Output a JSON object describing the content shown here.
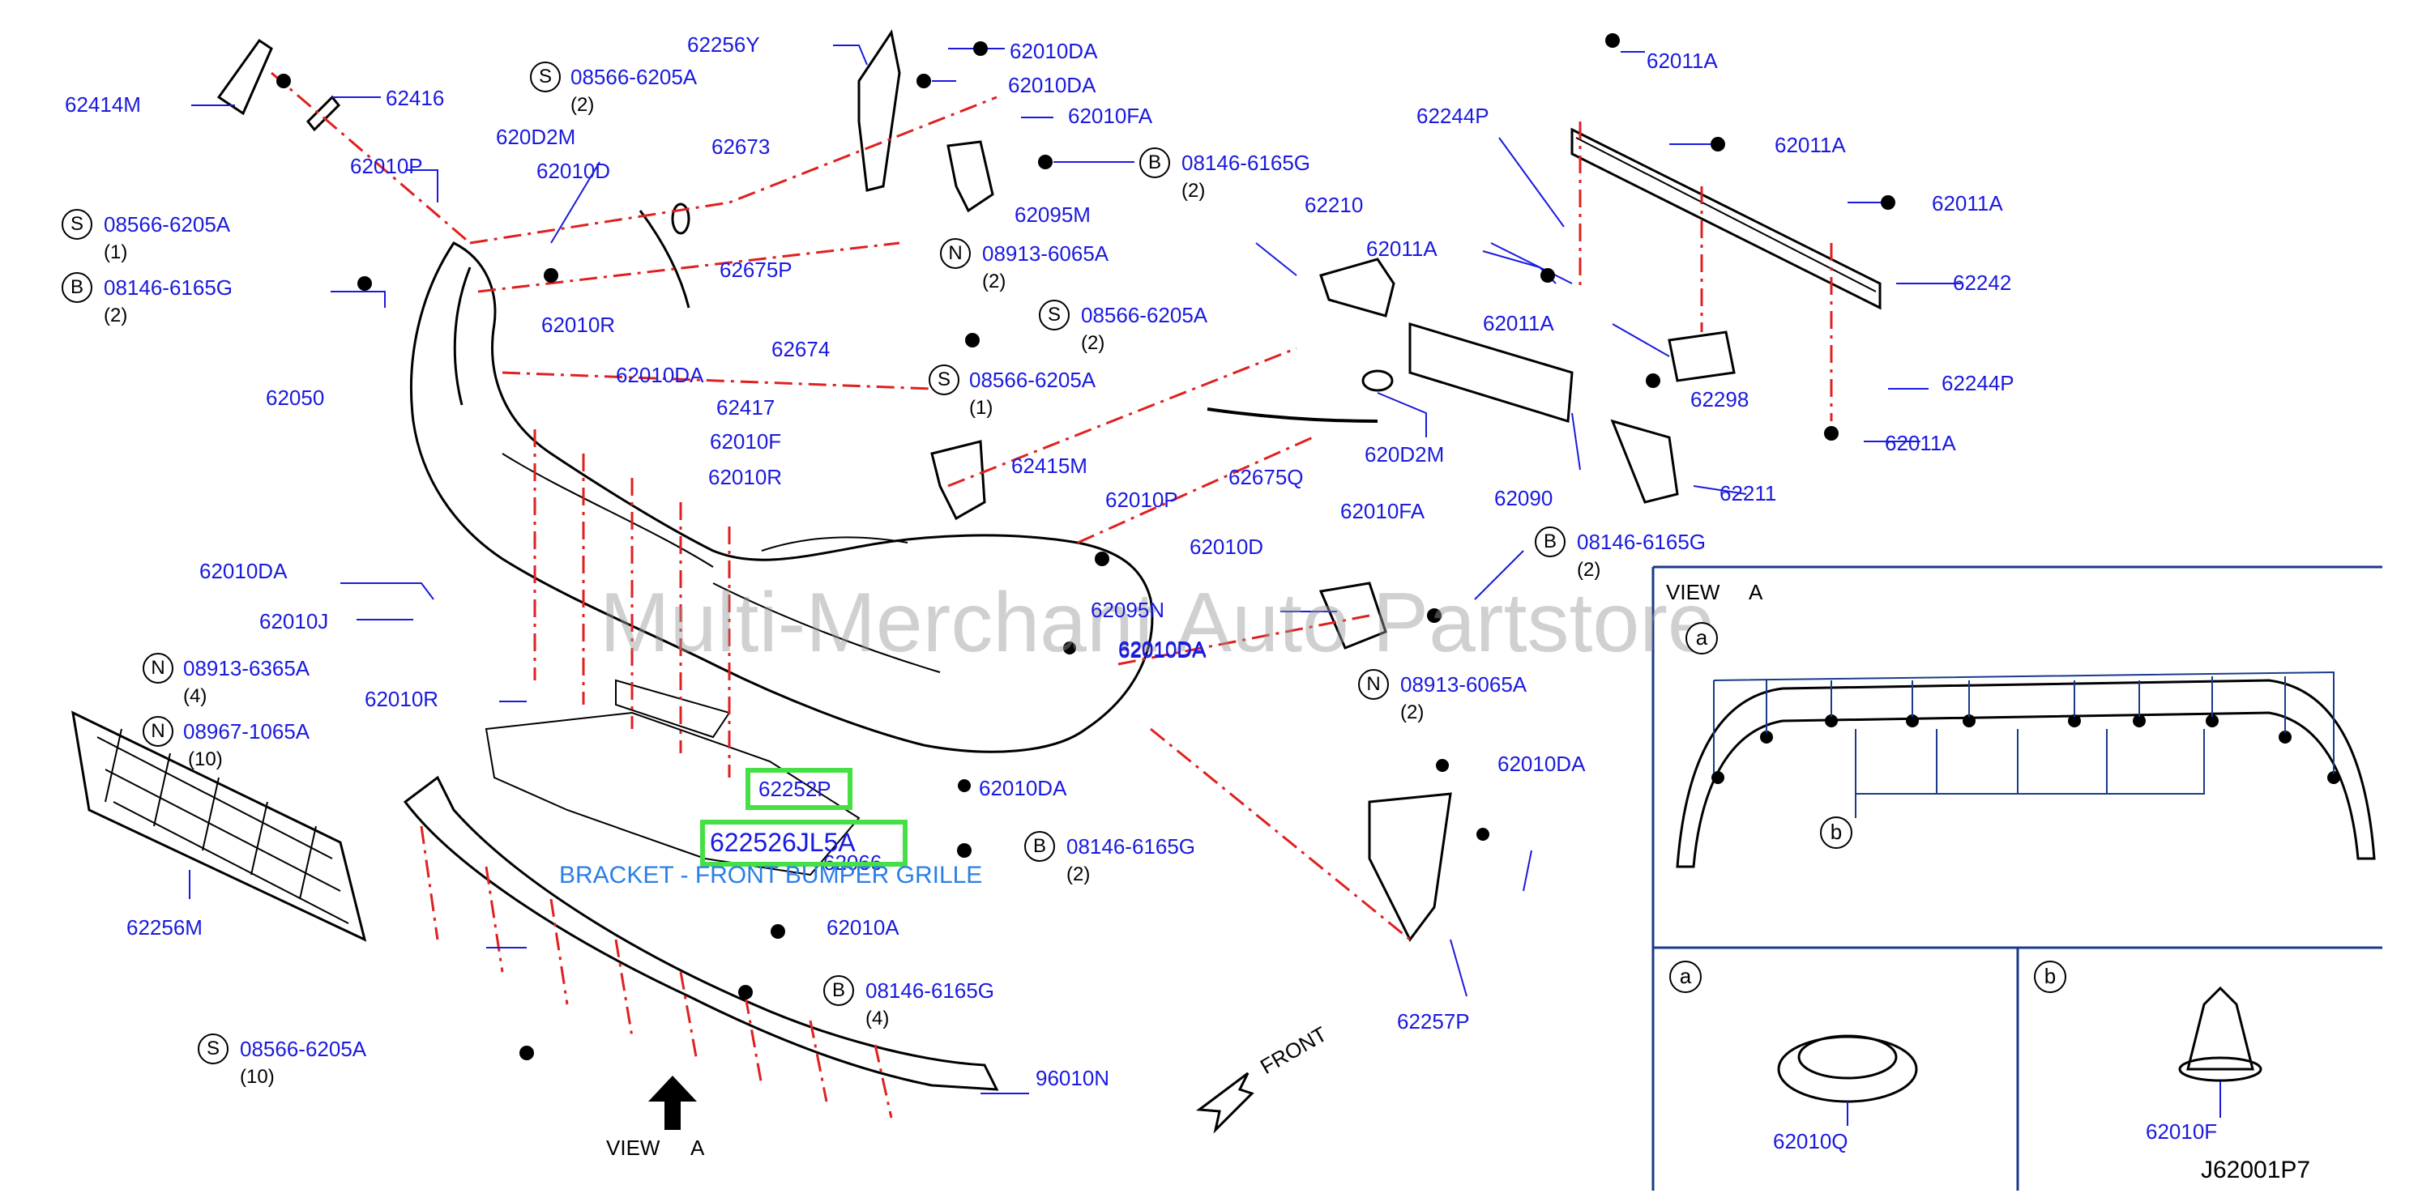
{
  "watermark": "Multi-Merchant Auto Partstore",
  "diagram_code": "J62001P7",
  "highlight": {
    "part_1": "62252P",
    "part_2": "622526JL5A",
    "caption": "BRACKET - FRONT BUMPER GRILLE",
    "highlight_color": "#46e046",
    "caption_color": "#2a7ee8"
  },
  "colors": {
    "label": "#1a1adf",
    "leader": "#1a1adf",
    "assembly_line": "#e02020"
  },
  "view_a": {
    "title": "VIEW",
    "letter": "A",
    "callout_a": "a",
    "callout_b": "b"
  },
  "detail_a": {
    "letter": "a",
    "part": "62010Q"
  },
  "detail_b": {
    "letter": "b",
    "part": "62010F"
  },
  "front_label": "FRONT",
  "view_arrow": {
    "view": "VIEW",
    "letter": "A"
  },
  "labels": [
    {
      "id": "p1",
      "text": "62414M"
    },
    {
      "id": "p2",
      "text": "62416"
    },
    {
      "id": "p3",
      "text": "62010P"
    },
    {
      "id": "p4",
      "text": "62050"
    },
    {
      "id": "p5",
      "text": "62010DA"
    },
    {
      "id": "p6",
      "text": "62010J"
    },
    {
      "id": "p7",
      "text": "62010R"
    },
    {
      "id": "p8",
      "text": "62256M"
    },
    {
      "id": "p9",
      "text": "620D2M"
    },
    {
      "id": "p10",
      "text": "62010D"
    },
    {
      "id": "p11",
      "text": "62010R"
    },
    {
      "id": "p12",
      "text": "62010DA"
    },
    {
      "id": "p13",
      "text": "62256Y"
    },
    {
      "id": "p14",
      "text": "62010DA"
    },
    {
      "id": "p15",
      "text": "62010DA"
    },
    {
      "id": "p16",
      "text": "62010FA"
    },
    {
      "id": "p17",
      "text": "62673"
    },
    {
      "id": "p18",
      "text": "62095M"
    },
    {
      "id": "p19",
      "text": "62675P"
    },
    {
      "id": "p20",
      "text": "62674"
    },
    {
      "id": "p21",
      "text": "62417"
    },
    {
      "id": "p22",
      "text": "62010F"
    },
    {
      "id": "p23",
      "text": "62010R"
    },
    {
      "id": "p24",
      "text": "62415M"
    },
    {
      "id": "p25",
      "text": "62010P"
    },
    {
      "id": "p26",
      "text": "62010D"
    },
    {
      "id": "p27",
      "text": "62010DA"
    },
    {
      "id": "p28",
      "text": "62010DA"
    },
    {
      "id": "p29",
      "text": "62010A"
    },
    {
      "id": "p30",
      "text": "62066"
    },
    {
      "id": "p31",
      "text": "96010N"
    },
    {
      "id": "p32",
      "text": "62210"
    },
    {
      "id": "p33",
      "text": "62011A"
    },
    {
      "id": "p34",
      "text": "62675Q"
    },
    {
      "id": "p35",
      "text": "620D2M"
    },
    {
      "id": "p36",
      "text": "62090"
    },
    {
      "id": "p37",
      "text": "62010FA"
    },
    {
      "id": "p38",
      "text": "62095N"
    },
    {
      "id": "p39",
      "text": "62010DA"
    },
    {
      "id": "p40",
      "text": "62010DA"
    },
    {
      "id": "p41",
      "text": "62257P"
    },
    {
      "id": "p42",
      "text": "62244P"
    },
    {
      "id": "p43",
      "text": "62011A"
    },
    {
      "id": "p44",
      "text": "62011A"
    },
    {
      "id": "p45",
      "text": "62011A"
    },
    {
      "id": "p46",
      "text": "62242"
    },
    {
      "id": "p47",
      "text": "62011A"
    },
    {
      "id": "p48",
      "text": "62298"
    },
    {
      "id": "p49",
      "text": "62244P"
    },
    {
      "id": "p50",
      "text": "62011A"
    },
    {
      "id": "p51",
      "text": "62211"
    }
  ],
  "fastener_labels": [
    {
      "id": "f1",
      "prefix": "S",
      "text": "08566-6205A",
      "qty": "(1)"
    },
    {
      "id": "f2",
      "prefix": "B",
      "text": "08146-6165G",
      "qty": "(2)"
    },
    {
      "id": "f3",
      "prefix": "N",
      "text": "08913-6365A",
      "qty": "(4)"
    },
    {
      "id": "f4",
      "prefix": "N",
      "text": "08967-1065A",
      "qty": "(10)"
    },
    {
      "id": "f5",
      "prefix": "S",
      "text": "08566-6205A",
      "qty": "(10)"
    },
    {
      "id": "f6",
      "prefix": "S",
      "text": "08566-6205A",
      "qty": "(2)"
    },
    {
      "id": "f7",
      "prefix": "B",
      "text": "08146-6165G",
      "qty": "(2)"
    },
    {
      "id": "f8",
      "prefix": "N",
      "text": "08913-6065A",
      "qty": "(2)"
    },
    {
      "id": "f9",
      "prefix": "S",
      "text": "08566-6205A",
      "qty": "(2)"
    },
    {
      "id": "f10",
      "prefix": "S",
      "text": "08566-6205A",
      "qty": "(1)"
    },
    {
      "id": "f11",
      "prefix": "B",
      "text": "08146-6165G",
      "qty": "(2)"
    },
    {
      "id": "f12",
      "prefix": "B",
      "text": "08146-6165G",
      "qty": "(4)"
    },
    {
      "id": "f13",
      "prefix": "B",
      "text": "08146-6165G",
      "qty": "(2)"
    },
    {
      "id": "f14",
      "prefix": "N",
      "text": "08913-6065A",
      "qty": "(2)"
    }
  ]
}
